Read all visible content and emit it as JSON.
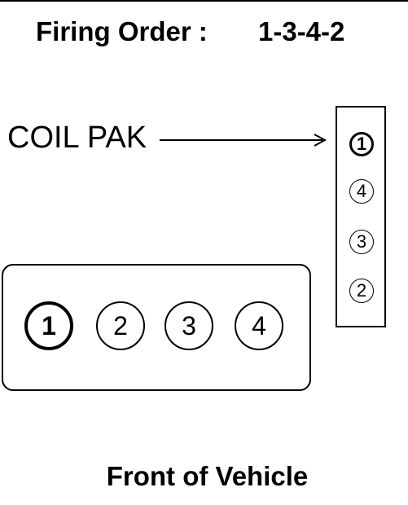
{
  "title": {
    "label": "Firing Order :",
    "order": "1-3-4-2"
  },
  "coil": {
    "label": "COIL PAK",
    "slots": [
      "1",
      "4",
      "3",
      "2"
    ],
    "primary": "1"
  },
  "engine": {
    "cylinders": [
      "1",
      "2",
      "3",
      "4"
    ],
    "primary": "1"
  },
  "footer": {
    "label": "Front of Vehicle"
  },
  "colors": {
    "ink": "#000000",
    "background": "#ffffff"
  }
}
